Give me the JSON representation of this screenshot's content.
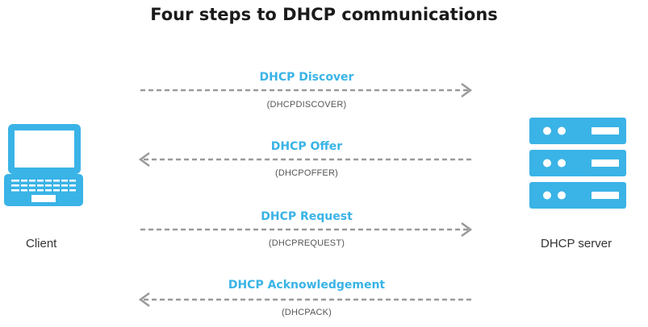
{
  "title": "Four steps to DHCP communications",
  "client": {
    "label": "Client",
    "icon": "laptop-icon"
  },
  "server": {
    "label": "DHCP server",
    "icon": "server-icon"
  },
  "colors": {
    "accent": "#3ab3e6",
    "arrow": "#9a9a9a"
  },
  "steps": [
    {
      "name": "DHCP Discover",
      "code": "(DHCPDISCOVER)",
      "direction": "client-to-server"
    },
    {
      "name": "DHCP Offer",
      "code": "(DHCPOFFER)",
      "direction": "server-to-client"
    },
    {
      "name": "DHCP Request",
      "code": "(DHCPREQUEST)",
      "direction": "client-to-server"
    },
    {
      "name": "DHCP Acknowledgement",
      "code": "(DHCPACK)",
      "direction": "server-to-client"
    }
  ]
}
